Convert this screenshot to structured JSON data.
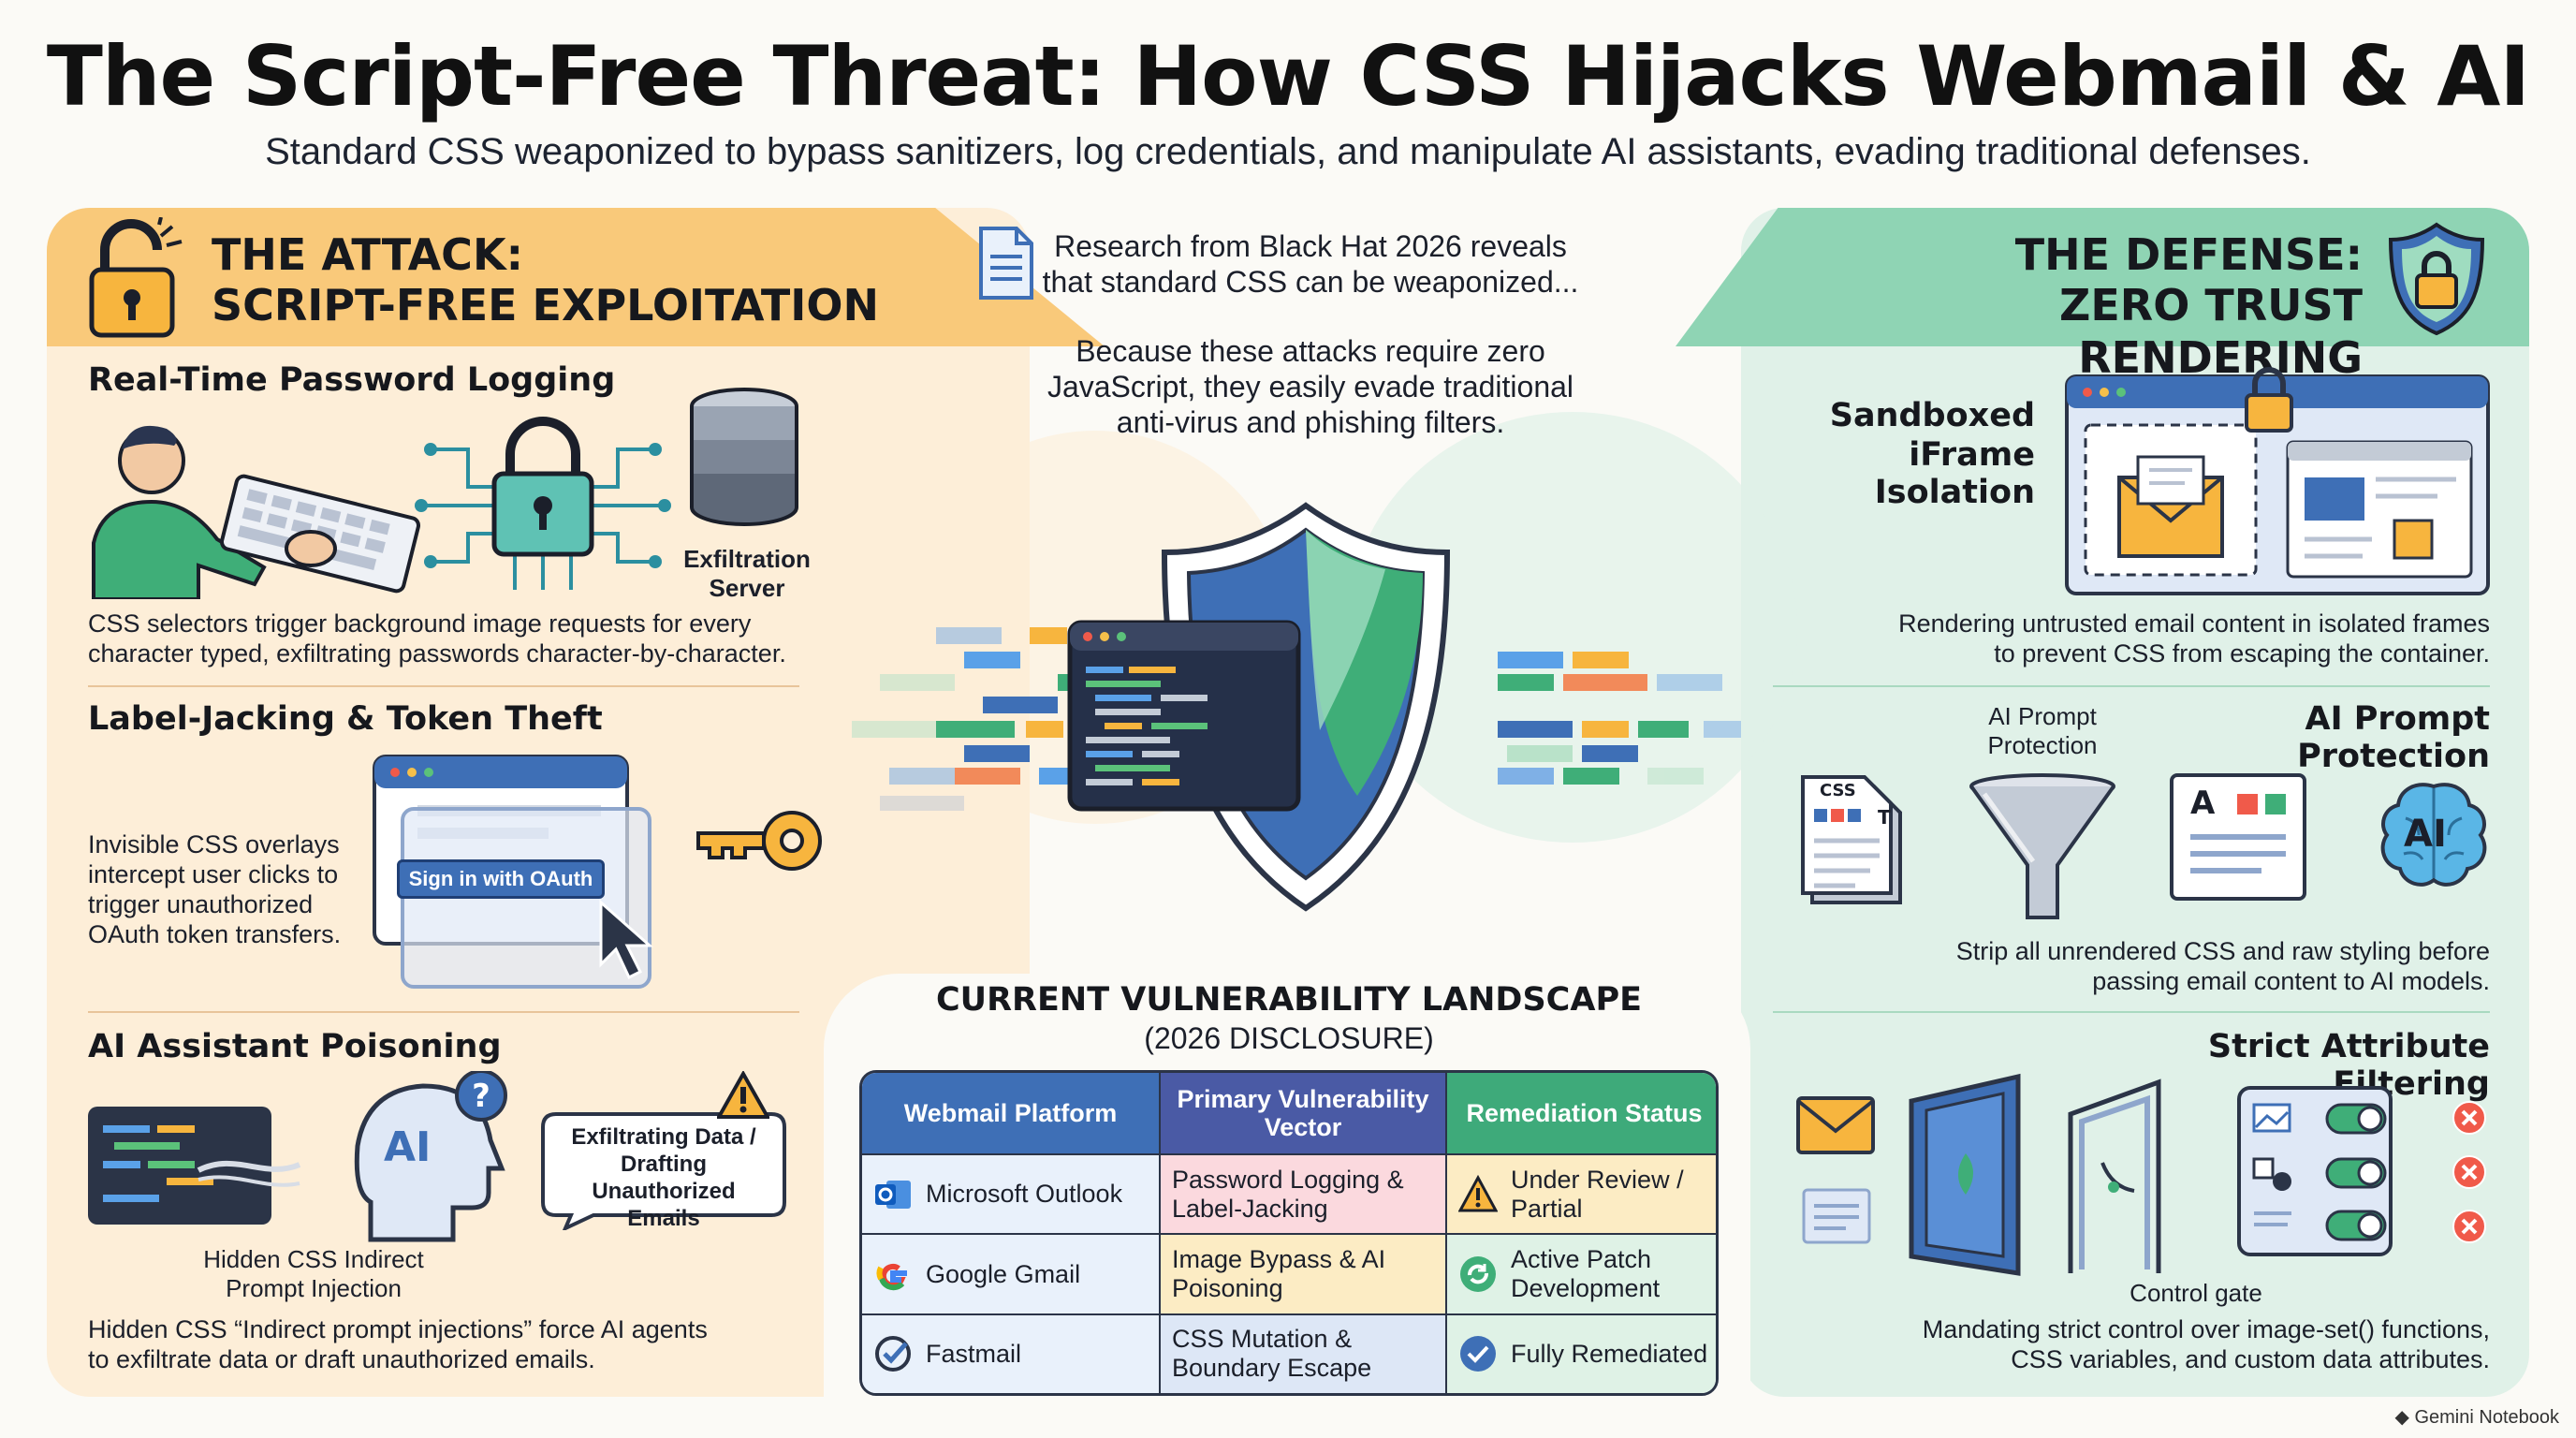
{
  "header": {
    "title": "The Script-Free Threat: How CSS Hijacks Webmail & AI",
    "subtitle": "Standard CSS weaponized to bypass sanitizers, log credentials, and manipulate AI assistants, evading traditional defenses."
  },
  "attack": {
    "heading_line1": "THE ATTACK:",
    "heading_line2": "SCRIPT-FREE EXPLOITATION",
    "sections": [
      {
        "title": "Real-Time Password Logging",
        "label": "Exfiltration Server",
        "body_line1": "CSS selectors trigger background image requests for every",
        "body_line2": "character typed, exfiltrating passwords character-by-character."
      },
      {
        "title": "Label-Jacking & Token Theft",
        "body": "Invisible CSS overlays intercept user clicks to trigger unauthorized OAuth token transfers.",
        "button_label": "Sign in with OAuth"
      },
      {
        "title": "AI Assistant Poisoning",
        "bubble_text": "Exfiltrating Data / Drafting Unauthorized Emails",
        "ai_label": "AI",
        "caption": "Hidden CSS Indirect Prompt Injection",
        "body_line1": "Hidden CSS “Indirect prompt injections” force AI agents",
        "body_line2": "to exfiltrate data or draft unauthorized emails."
      }
    ]
  },
  "center": {
    "research_line1": "Research from Black Hat 2026 reveals",
    "research_line2": "that standard CSS can be weaponized...",
    "evade_line1": "Because these attacks require zero",
    "evade_line2": "JavaScript, they easily evade traditional",
    "evade_line3": "anti-virus and phishing filters.",
    "landscape_title": "CURRENT VULNERABILITY LANDSCAPE",
    "landscape_sub": "(2026 DISCLOSURE)"
  },
  "table": {
    "headers": [
      "Webmail Platform",
      "Primary Vulnerability Vector",
      "Remediation Status"
    ],
    "rows": [
      {
        "platform": "Microsoft Outlook",
        "vector": "Password Logging & Label-Jacking",
        "status": "Under Review / Partial",
        "status_icon": "warning-icon"
      },
      {
        "platform": "Google Gmail",
        "vector": "Image Bypass & AI Poisoning",
        "status": "Active Patch Development",
        "status_icon": "refresh-icon"
      },
      {
        "platform": "Fastmail",
        "vector": "CSS Mutation & Boundary Escape",
        "status": "Fully Remediated",
        "status_icon": "check-icon"
      }
    ]
  },
  "defense": {
    "heading_line1": "THE DEFENSE:",
    "heading_line2": "ZERO TRUST RENDERING",
    "sections": [
      {
        "title_line1": "Sandboxed",
        "title_line2": "iFrame Isolation",
        "body_line1": "Rendering untrusted email content in isolated frames",
        "body_line2": "to prevent CSS from escaping the container."
      },
      {
        "title": "AI Prompt Protection",
        "funnel_label": "AI Prompt Protection",
        "css_label": "CSS",
        "doc_label": "A",
        "ai_label": "AI",
        "body_line1": "Strip all unrendered CSS and raw styling before",
        "body_line2": "passing email content to AI models."
      },
      {
        "title": "Strict Attribute Filtering",
        "caption": "Control gate",
        "body_line1": "Mandating strict control over image-set() functions,",
        "body_line2": "CSS variables, and custom data attributes."
      }
    ]
  },
  "footer": {
    "brand": "Gemini Notebook"
  },
  "colors": {
    "attack": "#f9c97a",
    "defense": "#8fd4b4",
    "shield": "#3e6fb6"
  }
}
